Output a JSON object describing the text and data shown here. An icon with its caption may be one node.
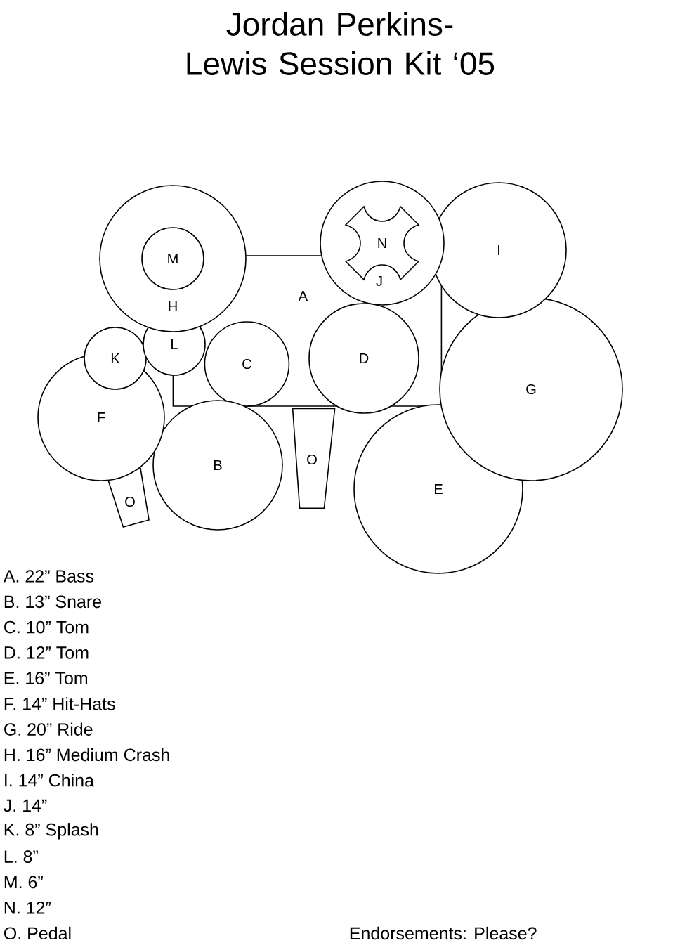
{
  "diagram": {
    "title": "Jordan Perkins-Lewis Session Kit ‘05",
    "nodes": [
      {
        "text": [
          "H"
        ]
      },
      {
        "text": [
          "M"
        ],
        "in": 0
      },
      {
        "text": [
          "J"
        ]
      },
      {
        "text": [
          "N"
        ],
        "in": 2
      },
      {
        "text": [
          "I"
        ]
      },
      {
        "text": [
          "A"
        ]
      },
      {
        "text": [
          "K"
        ]
      },
      {
        "text": [
          "L"
        ]
      },
      {
        "text": [
          "C"
        ],
        "in": 5
      },
      {
        "text": [
          "D"
        ]
      },
      {
        "text": [
          "G"
        ]
      },
      {
        "text": [
          "F"
        ]
      },
      {
        "text": [
          "B"
        ]
      },
      {
        "text": [
          "O"
        ]
      },
      {
        "text": [
          "E"
        ]
      },
      {
        "text": [
          "O"
        ]
      }
    ],
    "labels": [
      "A. 22” Bass",
      "B. 13” Snare",
      "C. 10” Tom",
      "D. 12” Tom",
      "E. 16” Tom",
      "F. 14” Hit-Hats",
      "G. 20” Ride",
      "H. 16” Medium Crash",
      "I. 14” China",
      "J. 14”",
      "K. 8” Splash",
      "L. 8”",
      "M. 6”",
      "N. 12”",
      "O. Pedal",
      "Endorsements: Please?"
    ]
  }
}
